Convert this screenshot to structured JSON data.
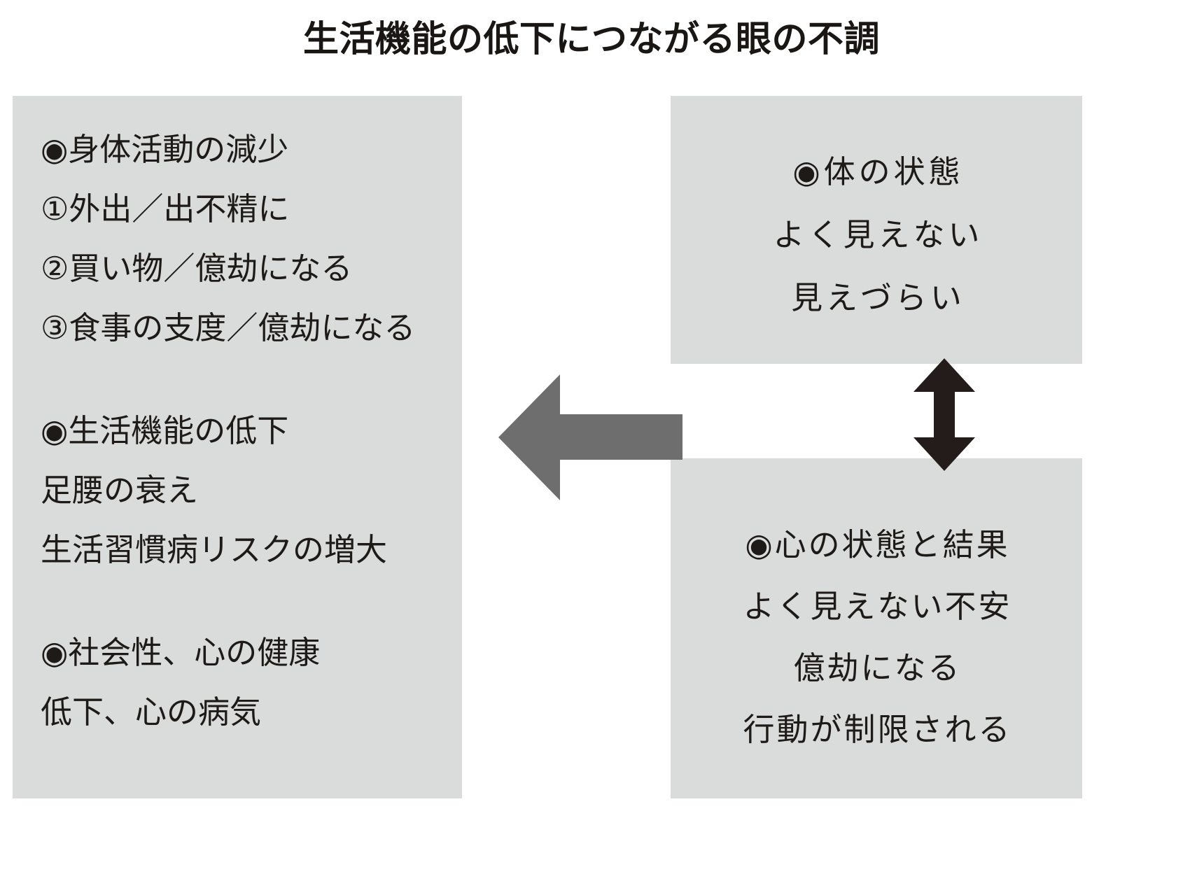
{
  "title": "生活機能の低下につながる眼の不調",
  "colors": {
    "panel_fill": "#dadcdb",
    "text": "#1d1a18",
    "big_arrow": "#6e6e6e",
    "double_arrow": "#241c1a",
    "background": "#ffffff"
  },
  "panels": {
    "left": {
      "groups": [
        {
          "heading": "◉身体活動の減少",
          "items": [
            "①外出／出不精に",
            "②買い物／億劫になる",
            "③食事の支度／億劫になる"
          ]
        },
        {
          "heading": "◉生活機能の低下",
          "items": [
            "足腰の衰え",
            "生活習慣病リスクの増大"
          ]
        },
        {
          "heading": "◉社会性、心の健康",
          "items": [
            "低下、心の病気"
          ]
        }
      ]
    },
    "top_right": {
      "heading": "◉体の状態",
      "items": [
        "よく見えない",
        "見えづらい"
      ]
    },
    "bottom_right": {
      "heading": "◉心の状態と結果",
      "items": [
        "よく見えない不安",
        "億劫になる",
        "行動が制限される"
      ]
    }
  },
  "arrows": {
    "big_left": {
      "name": "left-arrow",
      "direction": "left"
    },
    "vertical_double": {
      "name": "up-down-double-arrow",
      "direction": "up-down"
    }
  }
}
